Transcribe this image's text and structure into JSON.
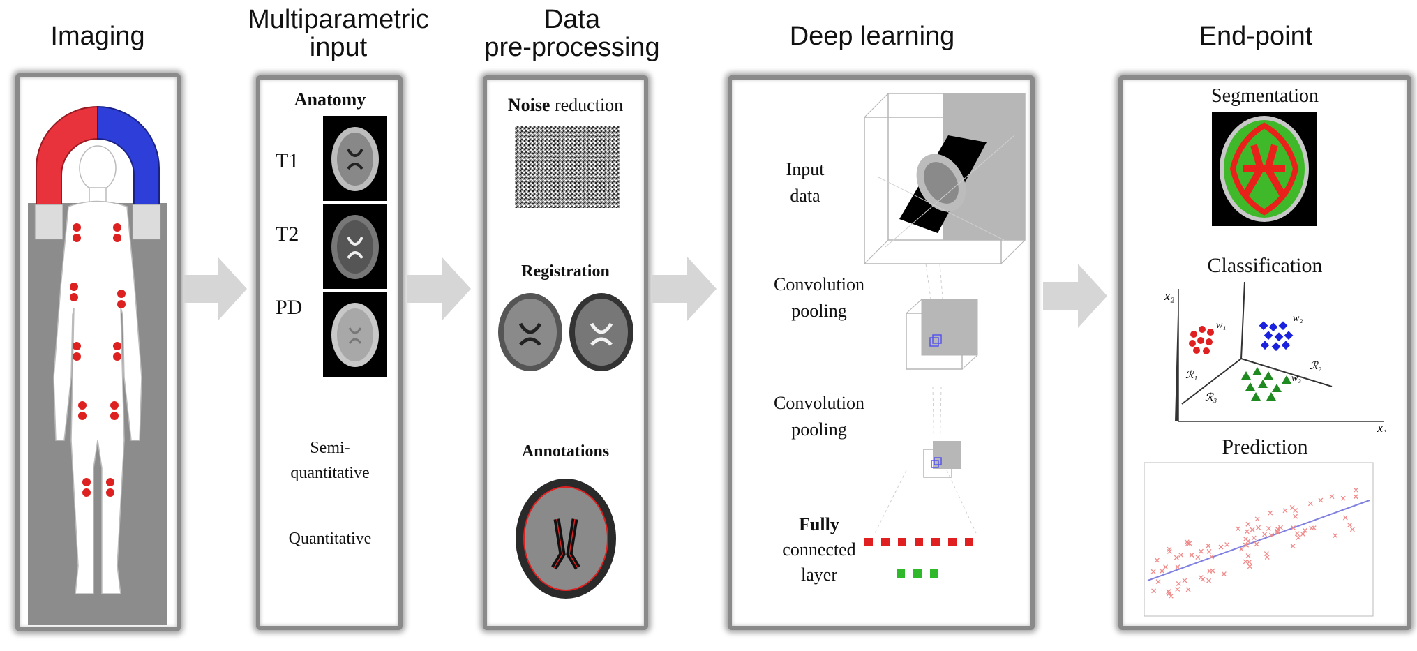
{
  "stages": {
    "imaging": "Imaging",
    "multiparametric_line1": "Multiparametric",
    "multiparametric_line2": "input",
    "data_line1": "Data",
    "data_line2": "pre-processing",
    "deep_learning": "Deep learning",
    "end_point": "End-point"
  },
  "multiparametric": {
    "anatomy": "Anatomy",
    "t1": "T1",
    "t2": "T2",
    "pd": "PD",
    "semi_line1": "Semi-",
    "semi_line2": "quantitative",
    "quantitative": "Quantitative"
  },
  "preprocessing": {
    "noise_bold": "Noise",
    "noise_rest": " reduction",
    "registration": "Registration",
    "annotations": "Annotations"
  },
  "deep": {
    "input_line1": "Input",
    "input_line2": "data",
    "conv1_line1": "Convolution",
    "conv1_line2": "pooling",
    "conv2_line1": "Convolution",
    "conv2_line2": "pooling",
    "fully_line1": "Fully",
    "fully_line2": "connected",
    "fully_line3": "layer"
  },
  "endpoint": {
    "segmentation": "Segmentation",
    "classification": "Classification",
    "prediction": "Prediction",
    "class_labels": {
      "x2": "x₂",
      "x1": "x₁",
      "w1": "w₁",
      "w2": "w₂",
      "w3": "w₃",
      "r1": "ℛ₁",
      "r2": "ℛ₂",
      "r3": "ℛ₃"
    }
  },
  "colors": {
    "magnet_red": "#e8323c",
    "magnet_blue": "#2d3fd8",
    "seg_red": "#e8221a",
    "seg_green": "#3fb82a"
  }
}
